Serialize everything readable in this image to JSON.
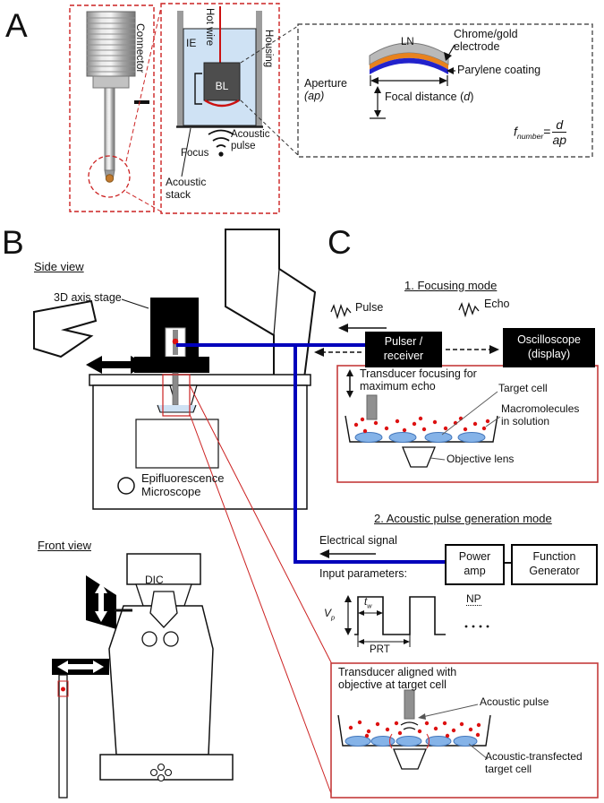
{
  "panelA": {
    "label": "A",
    "connector": {
      "label": "Connector"
    },
    "stack": {
      "ie": "IE",
      "hot_wire": "Hot wire",
      "housing": "Housing",
      "bl": "BL",
      "acoustic_pulse_1": "Acoustic",
      "acoustic_pulse_2": "pulse",
      "focus": "Focus",
      "stack_1": "Acoustic",
      "stack_2": "stack"
    },
    "detail": {
      "ln": "LN",
      "chrome_1": "Chrome/gold",
      "chrome_2": "electrode",
      "parylene": "Parylene coating",
      "aperture_1": "Aperture",
      "aperture_2": "(ap)",
      "focal_pre": "Focal distance (",
      "focal_d": "d",
      "focal_post": ")",
      "formula": {
        "f": "f",
        "sub": "number",
        "eq": "=",
        "num": "d",
        "den": "ap"
      }
    }
  },
  "panelB": {
    "label": "B",
    "side_view": "Side view",
    "stage": "3D axis stage",
    "epi_1": "Epifluorescence",
    "epi_2": "Microscope",
    "front_view": "Front view",
    "dic": "DIC"
  },
  "panelC": {
    "label": "C",
    "mode1": {
      "title": "1. Focusing mode",
      "pulse": "Pulse",
      "echo": "Echo",
      "pulser_1": "Pulser /",
      "pulser_2": "receiver",
      "osc_1": "Oscilloscope",
      "osc_2": "(display)",
      "closeup": {
        "caption_1": "Transducer focusing for",
        "caption_2": "maximum echo",
        "target_cell": "Target cell",
        "macro_1": "Macromolecules",
        "macro_2": "in solution",
        "objective": "Objective lens"
      }
    },
    "mode2": {
      "title": "2. Acoustic pulse generation mode",
      "electrical": "Electrical signal",
      "power_1": "Power",
      "power_2": "amp",
      "func_1": "Function",
      "func_2": "Generator",
      "input_params": "Input parameters:",
      "vp": {
        "base": "V",
        "sub": "p"
      },
      "tw": {
        "base": "t",
        "sub": "w"
      },
      "prt": "PRT",
      "np": "NP",
      "closeup": {
        "caption_1": "Transducer aligned with",
        "caption_2": "objective at target cell",
        "acoustic_pulse": "Acoustic pulse",
        "transfected_1": "Acoustic-transfected",
        "transfected_2": "target cell"
      }
    }
  },
  "colors": {
    "red_accent": "#cc2222",
    "blue_signal": "#0000bb",
    "liquid_blue": "#cfe2f4",
    "electrode_orange": "#e8821e",
    "parylene_blue": "#2222cc",
    "cell_blue": "#85b3e8",
    "dot_red": "#dd1111"
  }
}
